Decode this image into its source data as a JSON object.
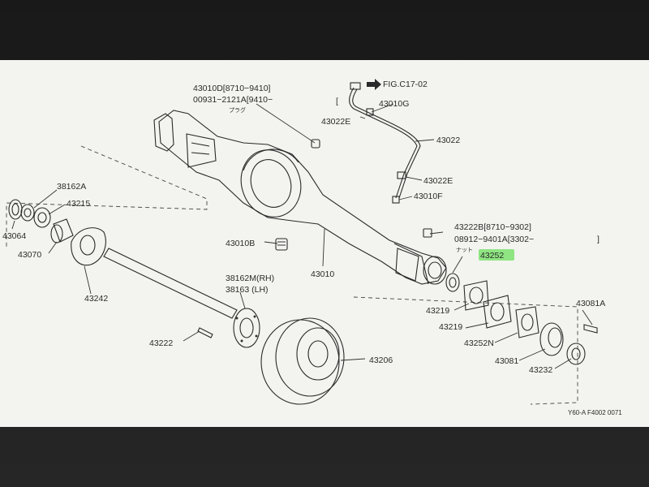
{
  "diagram": {
    "ref_code": "Y60-A F4002 0071",
    "labels": {
      "l43010D": "43010D[8710−9410]",
      "l00931": "00931−2121A[9410−",
      "plug": "プラグ",
      "fig": "FIG.C17-02",
      "bracket_open": "[",
      "l43010G": "43010G",
      "l43022E_top": "43022E",
      "l43022": "43022",
      "l43022E_mid": "43022E",
      "l43010F": "43010F",
      "l38162A": "38162A",
      "l43215": "43215",
      "l43064": "43064",
      "l43070": "43070",
      "l43242": "43242",
      "l43010B": "43010B",
      "l43010": "43010",
      "l43222B": "43222B[8710−9302]",
      "l08912": "08912−9401A[3302−",
      "bracket_close": "]",
      "nut": "ナット",
      "l43252": "43252",
      "l38162M": "38162M(RH)",
      "l38163": "38163  (LH)",
      "l43219a": "43219",
      "l43219b": "43219",
      "l43081A": "43081A",
      "l43222": "43222",
      "l43206": "43206",
      "l43252N": "43252N",
      "l43081": "43081",
      "l43232": "43232"
    },
    "highlight_color": "#7de26e"
  }
}
